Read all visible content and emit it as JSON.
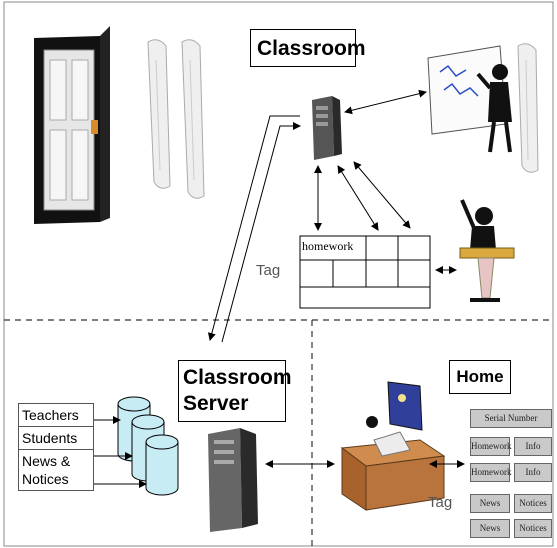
{
  "titles": {
    "classroom": "Classroom",
    "classroom_server_line1": "Classroom",
    "classroom_server_line2": "Server",
    "home": "Home"
  },
  "grid": {
    "header_label": "homework"
  },
  "tags": {
    "classroom_tag": "Tag",
    "home_tag": "Tag"
  },
  "server_list": [
    "Teachers",
    "Students",
    "News & Notices"
  ],
  "home_tag_panel": {
    "serial": "Serial Number",
    "rows": [
      [
        "Homework",
        "Info"
      ],
      [
        "Homework",
        "Info"
      ],
      [
        "News",
        "Notices"
      ],
      [
        "News",
        "Notices"
      ]
    ]
  },
  "colors": {
    "database_fill": "#c8ecf3",
    "desk_brown": "#b9733c",
    "monitor_blue": "#2f3f9a",
    "dashed_line": "#333333"
  }
}
